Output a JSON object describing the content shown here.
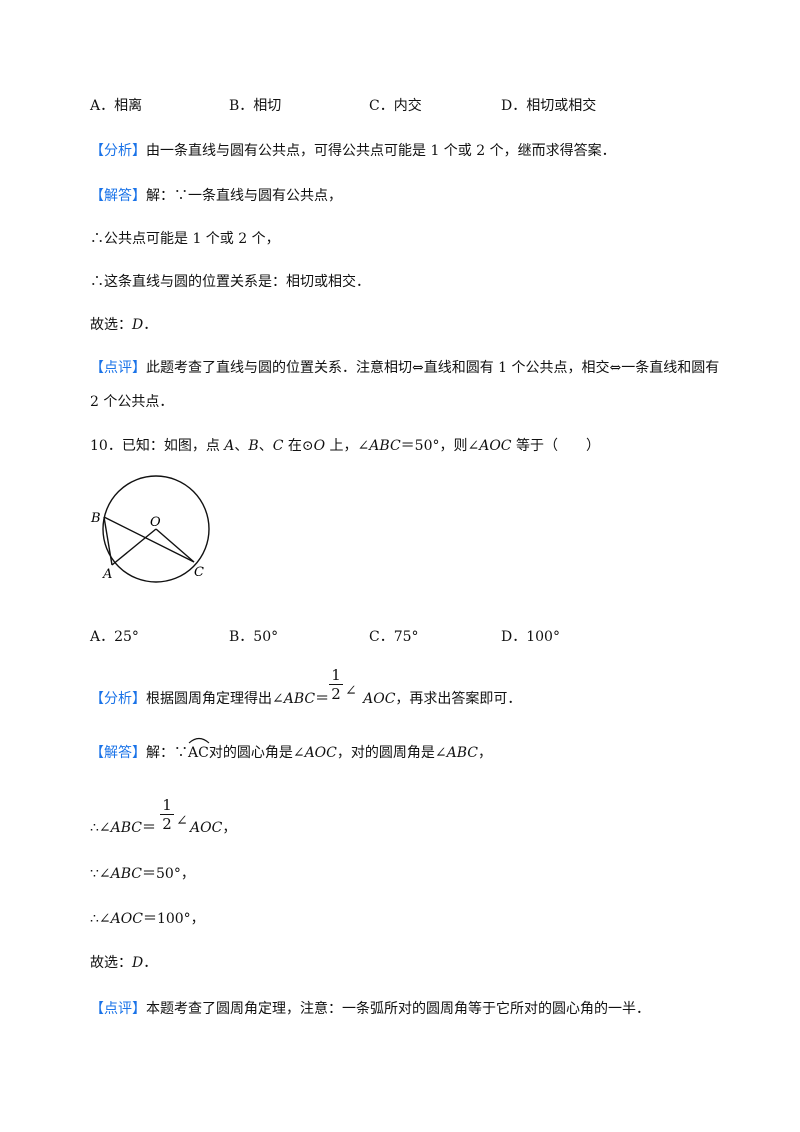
{
  "q9": {
    "options": [
      "A．相离",
      "B．相切",
      "C．内交",
      "D．相切或相交"
    ],
    "analysis_tag": "【分析】",
    "analysis_text": "由一条直线与圆有公共点，可得公共点可能是 1 个或 2 个，继而求得答案．",
    "answer_tag": "【解答】",
    "answer_lines": [
      "解：∵一条直线与圆有公共点，",
      "∴公共点可能是 1 个或 2 个，",
      "∴这条直线与圆的位置关系是：相切或相交．"
    ],
    "choice_label": "故选：",
    "choice_value": "D",
    "choice_end": "．",
    "comment_tag": "【点评】",
    "comment_line1": "此题考查了直线与圆的位置关系．注意相切⇔直线和圆有 1 个公共点，相交⇔一条直线和圆有",
    "comment_line2": "2 个公共点．"
  },
  "q10": {
    "number": "10．",
    "stem_a": "已知：如图，点 ",
    "A": "A",
    "sep1": "、",
    "B": "B",
    "sep2": "、",
    "C": "C",
    "stem_b": " 在⊙",
    "O": "O",
    "stem_c": " 上，∠",
    "ABC": "ABC",
    "stem_d": "＝50°，则∠",
    "AOC": "AOC",
    "stem_e": " 等于（　　）",
    "figure_labels": {
      "B": "B",
      "O": "O",
      "A": "A",
      "C": "C"
    },
    "options": [
      "A．25°",
      "B．50°",
      "C．75°",
      "D．100°"
    ],
    "analysis_tag": "【分析】",
    "analysis_pre": "根据圆周角定理得出∠",
    "analysis_abc": "ABC",
    "analysis_eq": "＝",
    "frac_num": "1",
    "frac_den": "2",
    "angle_sym": "∠",
    "analysis_aoc": "AOC",
    "analysis_post": "，再求出答案即可．",
    "answer_tag": "【解答】",
    "answer_pre": "解：∵",
    "arc": "AC",
    "answer_mid": "对的圆心角是∠",
    "answer_aoc": "AOC",
    "answer_mid2": "，对的圆周角是∠",
    "answer_abc": "ABC",
    "answer_end": "，",
    "step1_pre": "∴∠",
    "step1_abc": "ABC",
    "step1_eq": "＝",
    "step1_aoc": "AOC",
    "step1_end": "，",
    "step2_pre": "∵∠",
    "step2_abc": "ABC",
    "step2_post": "＝50°，",
    "step3_pre": "∴∠",
    "step3_aoc": "AOC",
    "step3_post": "＝100°，",
    "choice_label": "故选：",
    "choice_value": "D",
    "choice_end": "．",
    "comment_tag": "【点评】",
    "comment_text": "本题考查了圆周角定理，注意：一条弧所对的圆周角等于它所对的圆心角的一半．"
  }
}
